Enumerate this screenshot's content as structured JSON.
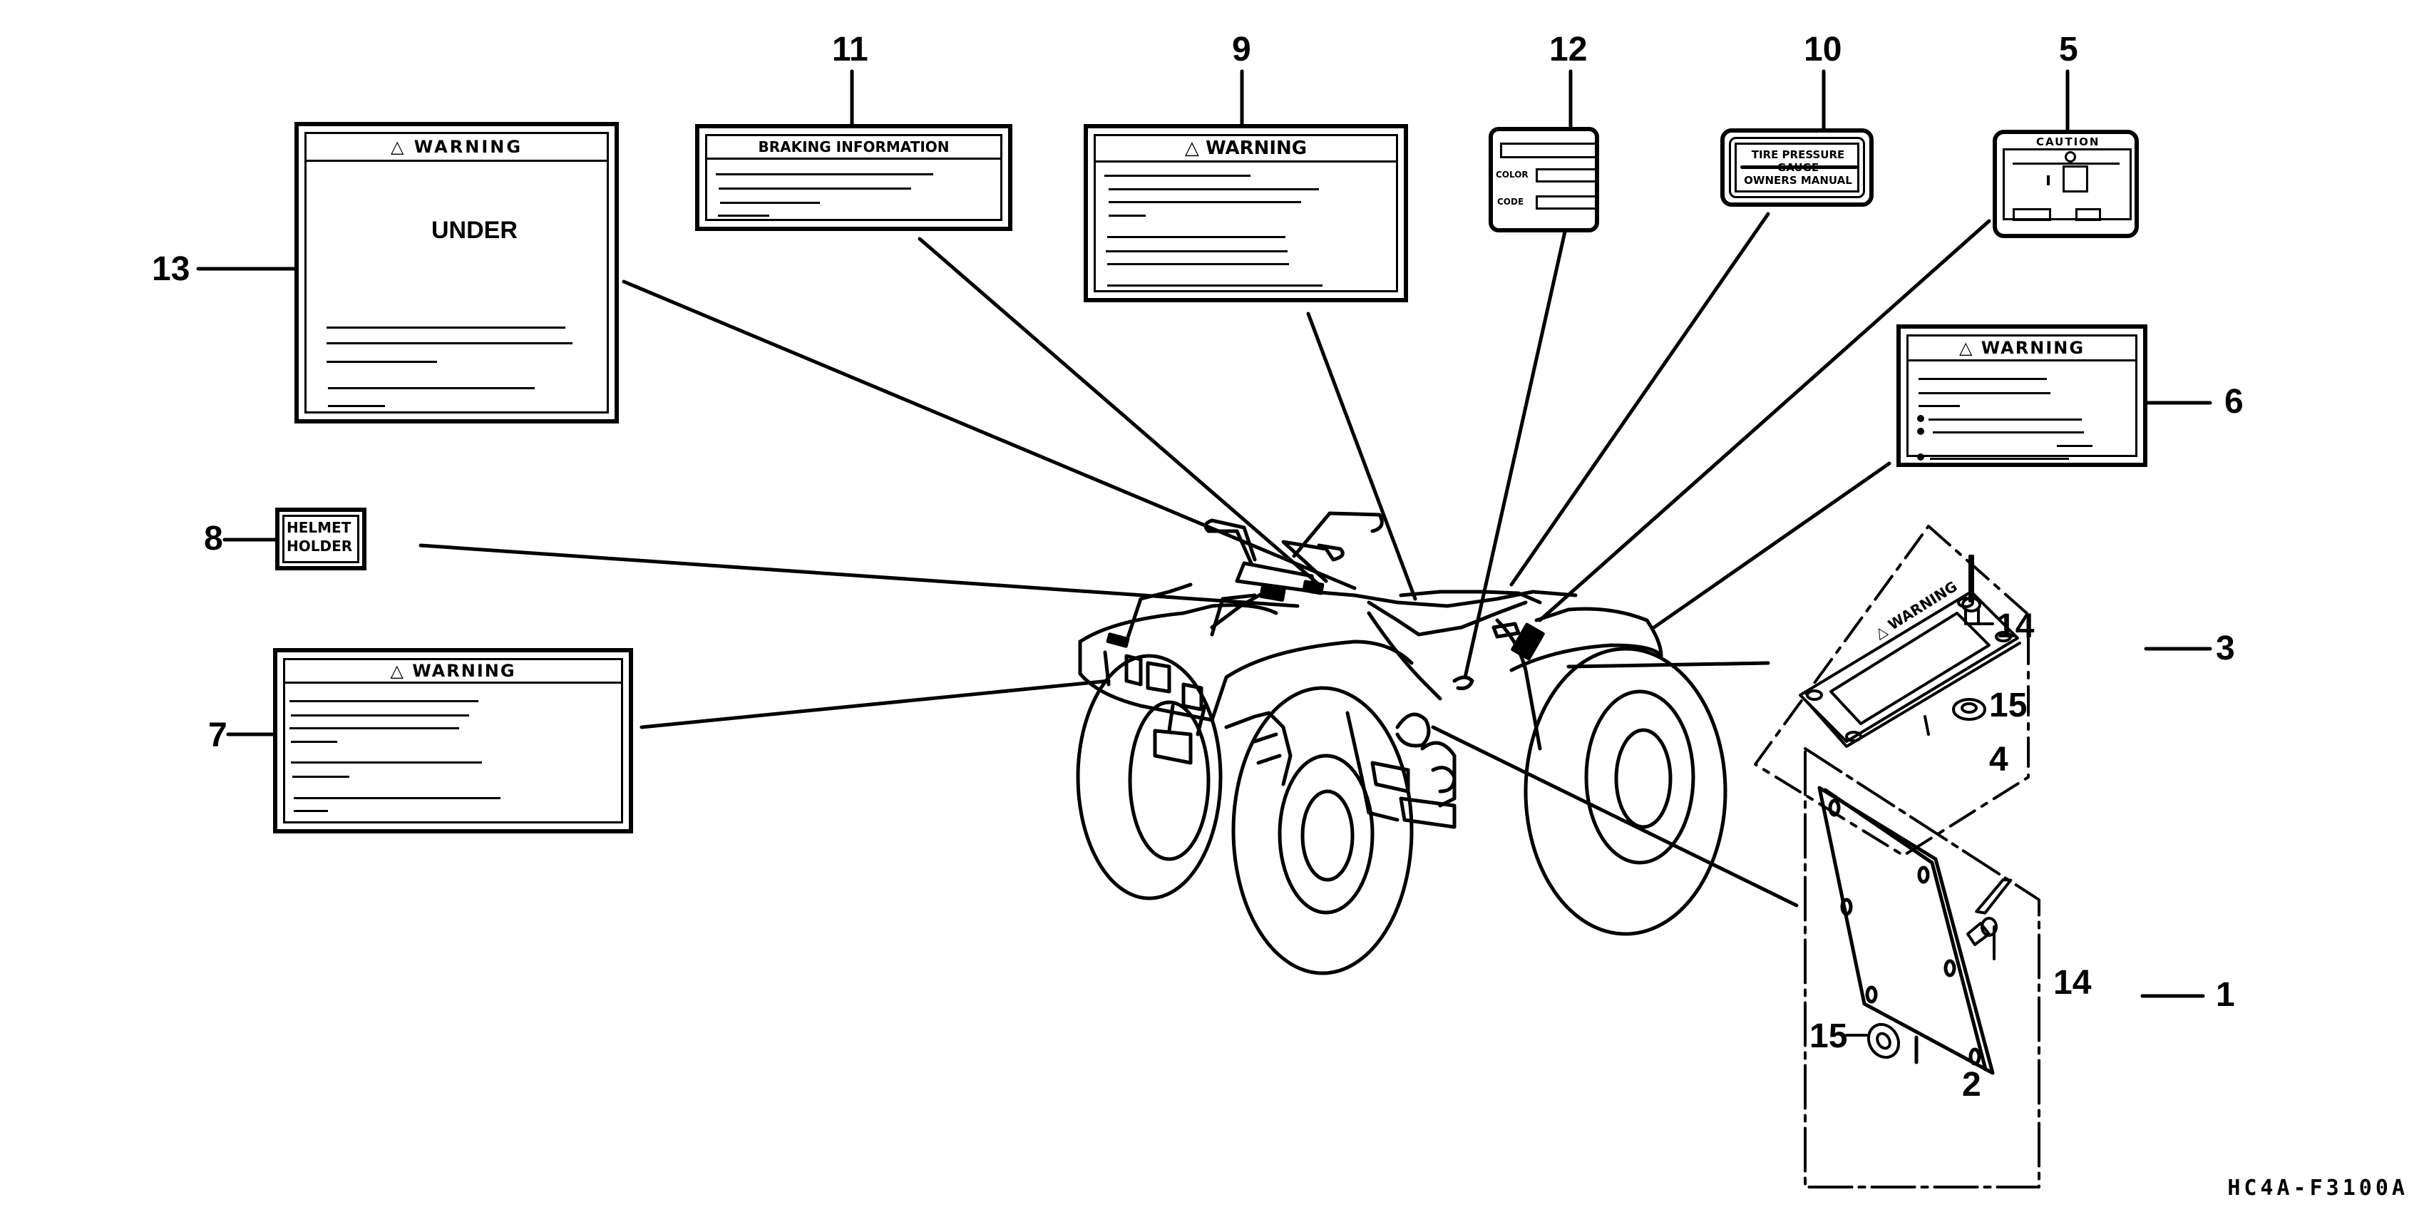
{
  "diagram": {
    "title": "Caution labels parts diagram (ATV)",
    "drawing_code": "HC4A-F3100A",
    "callouts": [
      "1",
      "2",
      "3",
      "4",
      "5",
      "6",
      "7",
      "8",
      "9",
      "10",
      "11",
      "12",
      "13",
      "14",
      "15"
    ],
    "labels": {
      "l13": {
        "number": "13",
        "heading": "WARNING",
        "pictogram_text": "UNDER"
      },
      "l11": {
        "number": "11",
        "heading": "BRAKING INFORMATION"
      },
      "l9": {
        "number": "9",
        "heading": "WARNING"
      },
      "l12": {
        "number": "12",
        "field_color": "COLOR",
        "field_code": "CODE"
      },
      "l10": {
        "number": "10",
        "line1": "TIRE PRESSURE GAUGE",
        "line2": "OWNERS MANUAL"
      },
      "l5": {
        "number": "5",
        "heading": "CAUTION"
      },
      "l6": {
        "number": "6",
        "heading": "WARNING"
      },
      "l8": {
        "number": "8",
        "line1": "HELMET",
        "line2": "HOLDER"
      },
      "l7": {
        "number": "7",
        "heading": "WARNING"
      },
      "l3": {
        "number": "3"
      },
      "l4": {
        "number": "4",
        "plate_text": "WARNING"
      },
      "l1": {
        "number": "1"
      },
      "l2": {
        "number": "2"
      },
      "l14a": {
        "number": "14"
      },
      "l14b": {
        "number": "14"
      },
      "l15a": {
        "number": "15"
      },
      "l15b": {
        "number": "15"
      }
    }
  }
}
